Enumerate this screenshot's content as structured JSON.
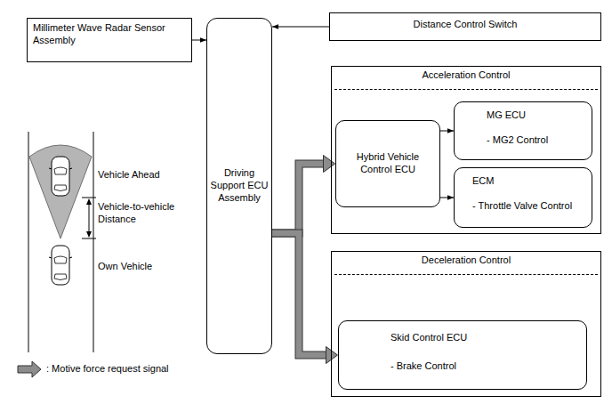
{
  "diagram": {
    "nodes": [
      {
        "text": [
          "Millimeter Wave Radar Sensor Assembly"
        ]
      },
      {
        "text": [
          "Driving Support ECU Assembly"
        ]
      },
      {
        "text": [
          "Distance Control Switch"
        ]
      },
      {
        "text": [
          "Acceleration Control"
        ]
      },
      {
        "text": [
          "Hybrid Vehicle Control ECU"
        ],
        "in": 3
      },
      {
        "text": [
          "MG ECU",
          "- MG2 Control"
        ],
        "in": 3
      },
      {
        "text": [
          "ECM",
          "- Throttle Valve Control"
        ],
        "in": 3
      },
      {
        "text": [
          "Deceleration Control"
        ]
      },
      {
        "text": [
          "Skid Control ECU",
          "- Brake Control"
        ],
        "in": 7
      }
    ],
    "edges": [
      {
        "from": 0,
        "to": 1,
        "arrow": "to"
      },
      {
        "from": 2,
        "to": 1,
        "arrow": "to"
      },
      {
        "from": 1,
        "to": 4,
        "arrow": "to"
      },
      {
        "from": 1,
        "to": 8,
        "arrow": "to"
      },
      {
        "from": 4,
        "to": 5,
        "arrow": "to"
      },
      {
        "from": 4,
        "to": 6,
        "arrow": "to"
      }
    ],
    "labels": [
      "Vehicle Ahead",
      "Vehicle-to-vehicle Distance",
      "Own Vehicle"
    ],
    "legend": [
      {
        "text": ": Motive force request signal"
      }
    ]
  }
}
